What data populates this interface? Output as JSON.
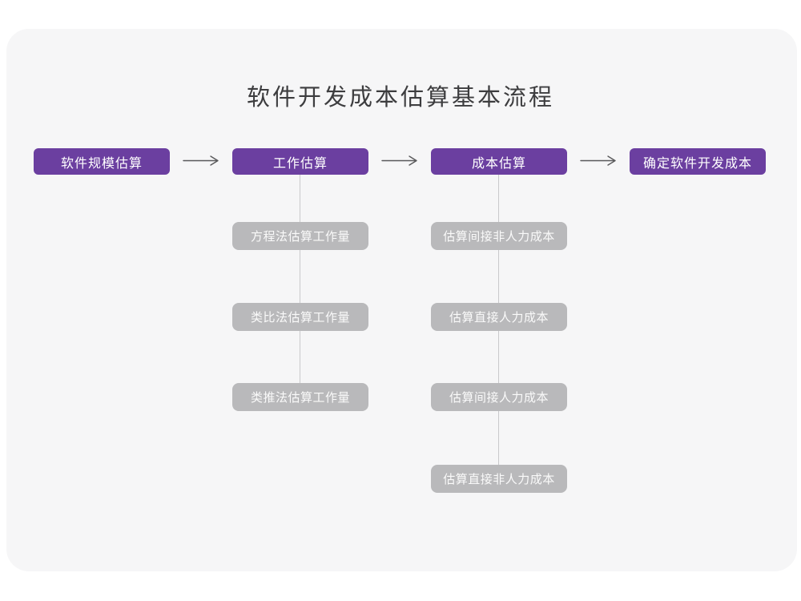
{
  "title": "软件开发成本估算基本流程",
  "main_steps": [
    {
      "label": "软件规模估算"
    },
    {
      "label": "工作估算"
    },
    {
      "label": "成本估算"
    },
    {
      "label": "确定软件开发成本"
    }
  ],
  "work_estimation_methods": [
    {
      "label": "方程法估算工作量"
    },
    {
      "label": "类比法估算工作量"
    },
    {
      "label": "类推法估算工作量"
    }
  ],
  "cost_estimation_items": [
    {
      "label": "估算间接非人力成本"
    },
    {
      "label": "估算直接人力成本"
    },
    {
      "label": "估算间接人力成本"
    },
    {
      "label": "估算直接非人力成本"
    }
  ],
  "colors": {
    "main_step_background": "#6B3FA0",
    "sub_step_background": "#B9B9BB",
    "card_background": "#F6F6F7",
    "page_background": "#FFFFFF",
    "arrow": "#58585A",
    "connector_line": "#C9C9CB",
    "title_text": "#3D3D3F",
    "box_text": "#FFFFFF"
  }
}
